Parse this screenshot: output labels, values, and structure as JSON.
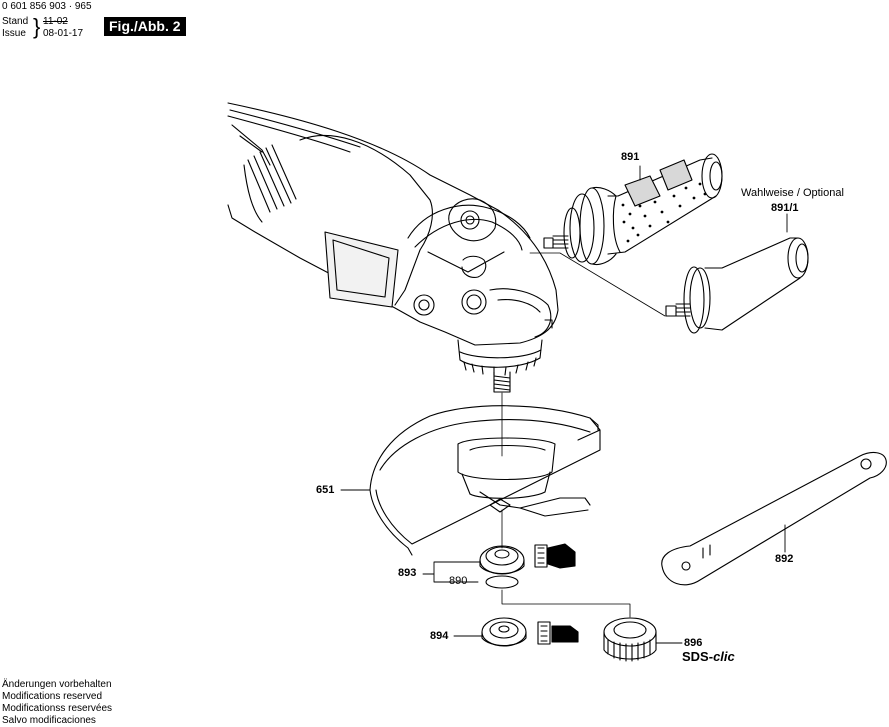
{
  "header": {
    "part_range": "0 601 856 903 · 965",
    "stand_label": "Stand",
    "stand_old": "11-02",
    "issue_label": "Issue",
    "issue_date": "08-01-17",
    "figure_label": "Fig./Abb. 2"
  },
  "parts": {
    "p891": "891",
    "optional_note": "Wahlweise / Optional",
    "p891_1": "891/1",
    "p651": "651",
    "p893": "893",
    "p890": "890",
    "p892": "892",
    "p894": "894",
    "p896": "896",
    "sds_prefix": "SDS-",
    "sds_suffix": "clic"
  },
  "footer": {
    "lines": [
      "Änderungen vorbehalten",
      "Modifications reserved",
      "Modificationss reservées",
      "Salvo modificaciones"
    ]
  }
}
